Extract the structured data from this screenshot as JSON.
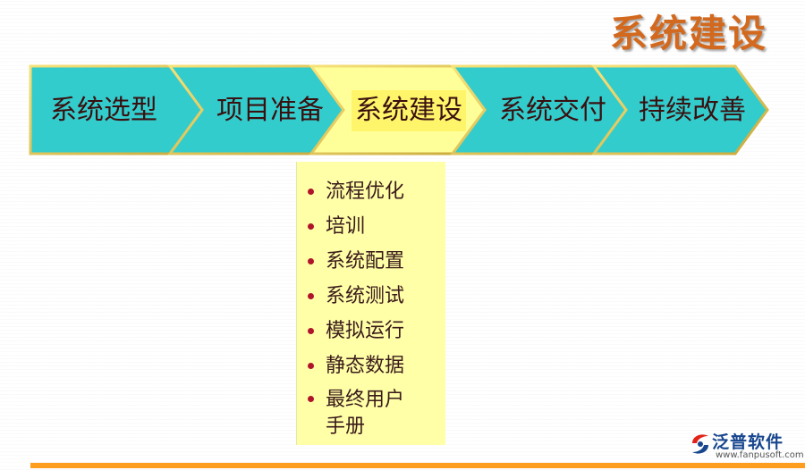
{
  "title": "系统建设",
  "steps": [
    {
      "label": "系统选型",
      "active": false
    },
    {
      "label": "项目准备",
      "active": false
    },
    {
      "label": "系统建设",
      "active": true
    },
    {
      "label": "系统交付",
      "active": false
    },
    {
      "label": "持续改善",
      "active": false
    }
  ],
  "detail_items": [
    "流程优化",
    "培训",
    "系统配置",
    "系统测试",
    "模拟运行",
    "静态数据",
    "最终用户手册"
  ],
  "detail_items_display": [
    "流程优化",
    "培训",
    "系统配置",
    "系统测试",
    "模拟运行",
    "静态数据",
    "最终用户"
  ],
  "detail_last_line2": "手册",
  "logo": {
    "name": "泛普软件",
    "url": "www.fanpusoft.com"
  },
  "colors": {
    "step_fill": "#33cccc",
    "step_active_fill": "#ffff99",
    "title": "#d2691e",
    "accent_bar": "#ff9d1e",
    "bullet": "#b0142a"
  }
}
